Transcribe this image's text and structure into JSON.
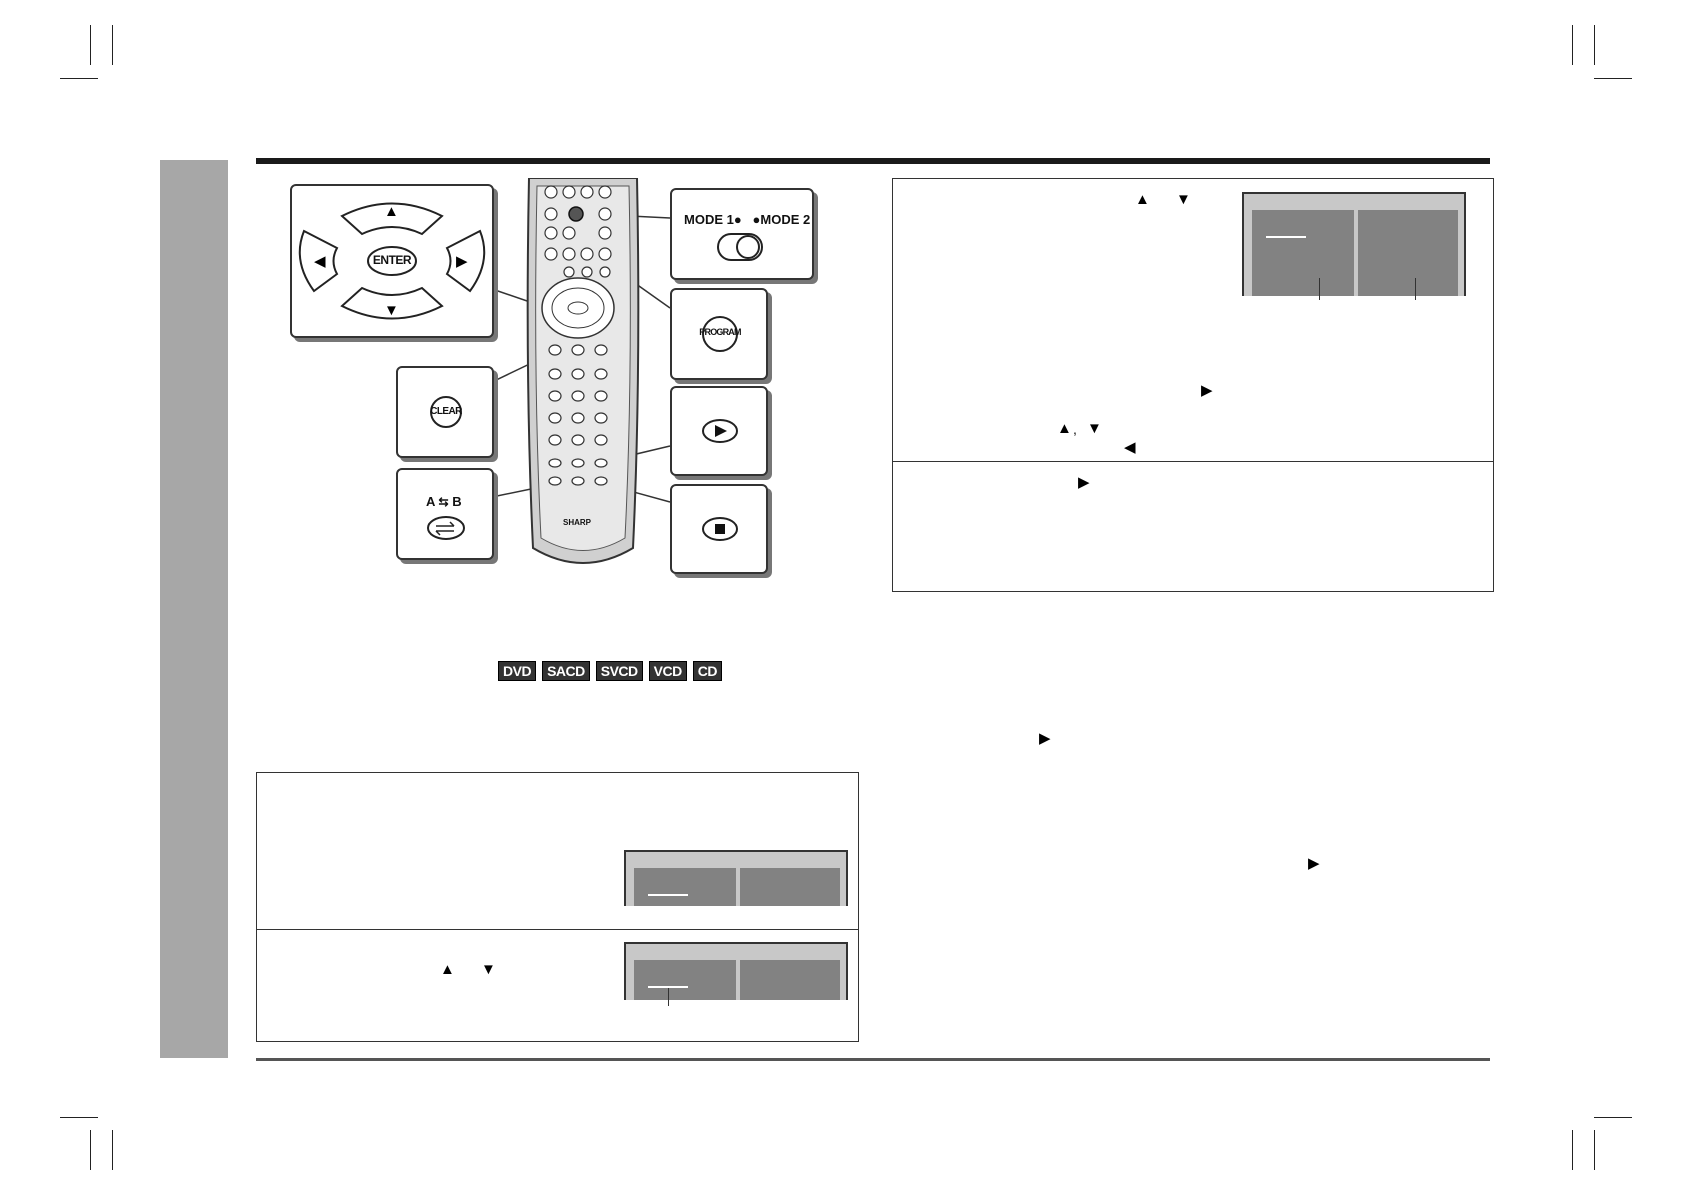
{
  "remote": {
    "brand": "SHARP",
    "mode1_label": "MODE 1",
    "mode2_label": "MODE 2",
    "enter_label": "ENTER",
    "program_label": "PROGRAM",
    "clear_label": "CLEAR",
    "ab_label_a": "A",
    "ab_label_b": "B"
  },
  "arrows": {
    "up": "▲",
    "down": "▼",
    "left": "◀",
    "right": "▶",
    "separator": ","
  },
  "discs": [
    "DVD",
    "SACD",
    "SVCD",
    "VCD",
    "CD"
  ]
}
